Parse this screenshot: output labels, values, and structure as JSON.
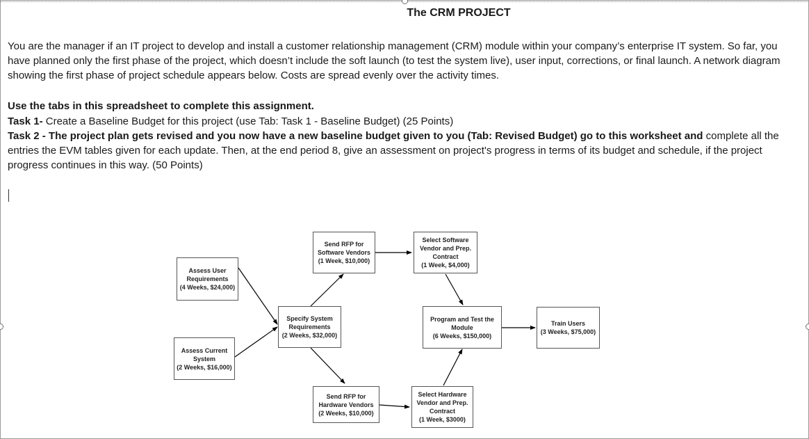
{
  "document": {
    "title": "The CRM PROJECT",
    "intro": "You are the manager if an IT project to develop and install a customer relationship management (CRM) module within your company’s enterprise IT system. So far, you have planned only the first phase of the project, which doesn’t include the soft launch (to test the system live), user input, corrections, or final launch.  A network diagram showing the first phase of project schedule appears below. Costs are spread evenly over the activity times.",
    "instruction": "Use the tabs in this spreadsheet to complete this assignment.",
    "task1": {
      "label": "Task 1-",
      "text": " Create a Baseline Budget for this project (use Tab: Task 1 - Baseline Budget) (25 Points)"
    },
    "task2": {
      "label": "Task 2 - The project plan gets revised and you now have a new baseline budget given to you (Tab: Revised Budget)  go to this worksheet and",
      "text": " complete all the entries the EVM tables given for each update.  Then, at the end period 8, give an assessment on project's progress in terms of its budget and schedule, if the project progress continues in this way. (50 Points)"
    }
  },
  "diagram": {
    "nodes": {
      "assess_user": {
        "name": "Assess User Requirements",
        "lines": [
          "Assess User",
          "Requirements",
          "(4 Weeks, $24,000)"
        ],
        "weeks": 4,
        "cost": 24000
      },
      "assess_current": {
        "name": "Assess Current System",
        "lines": [
          "Assess Current",
          "System",
          "(2 Weeks, $16,000)"
        ],
        "weeks": 2,
        "cost": 16000
      },
      "specify": {
        "name": "Specify System Requirements",
        "lines": [
          "Specify System",
          "Requirements",
          "(2 Weeks, $32,000)"
        ],
        "weeks": 2,
        "cost": 32000
      },
      "rfp_software": {
        "name": "Send RFP for Software Vendors",
        "lines": [
          "Send RFP for",
          "Software Vendors",
          "(1 Week, $10,000)"
        ],
        "weeks": 1,
        "cost": 10000
      },
      "rfp_hardware": {
        "name": "Send RFP for Hardware Vendors",
        "lines": [
          "Send RFP for",
          "Hardware Vendors",
          "(2 Weeks, $10,000)"
        ],
        "weeks": 2,
        "cost": 10000
      },
      "select_software": {
        "name": "Select Software Vendor and Prep. Contract",
        "lines": [
          "Select Software",
          "Vendor and Prep.",
          "Contract",
          "(1 Week, $4,000)"
        ],
        "weeks": 1,
        "cost": 4000
      },
      "select_hardware": {
        "name": "Select Hardware Vendor and Prep. Contract",
        "lines": [
          "Select Hardware",
          "Vendor and Prep.",
          "Contract",
          "(1 Week, $3000)"
        ],
        "weeks": 1,
        "cost": 3000
      },
      "program_test": {
        "name": "Program and Test the Module",
        "lines": [
          "Program and Test the",
          "Module",
          "(6 Weeks, $150,000)"
        ],
        "weeks": 6,
        "cost": 150000
      },
      "train_users": {
        "name": "Train Users",
        "lines": [
          "Train Users",
          "(3 Weeks, $75,000)"
        ],
        "weeks": 3,
        "cost": 75000
      }
    },
    "edges": [
      {
        "from": "assess_user",
        "to": "specify"
      },
      {
        "from": "assess_current",
        "to": "specify"
      },
      {
        "from": "specify",
        "to": "rfp_software"
      },
      {
        "from": "specify",
        "to": "rfp_hardware"
      },
      {
        "from": "rfp_software",
        "to": "select_software"
      },
      {
        "from": "rfp_hardware",
        "to": "select_hardware"
      },
      {
        "from": "select_software",
        "to": "program_test"
      },
      {
        "from": "select_hardware",
        "to": "program_test"
      },
      {
        "from": "program_test",
        "to": "train_users"
      }
    ]
  }
}
